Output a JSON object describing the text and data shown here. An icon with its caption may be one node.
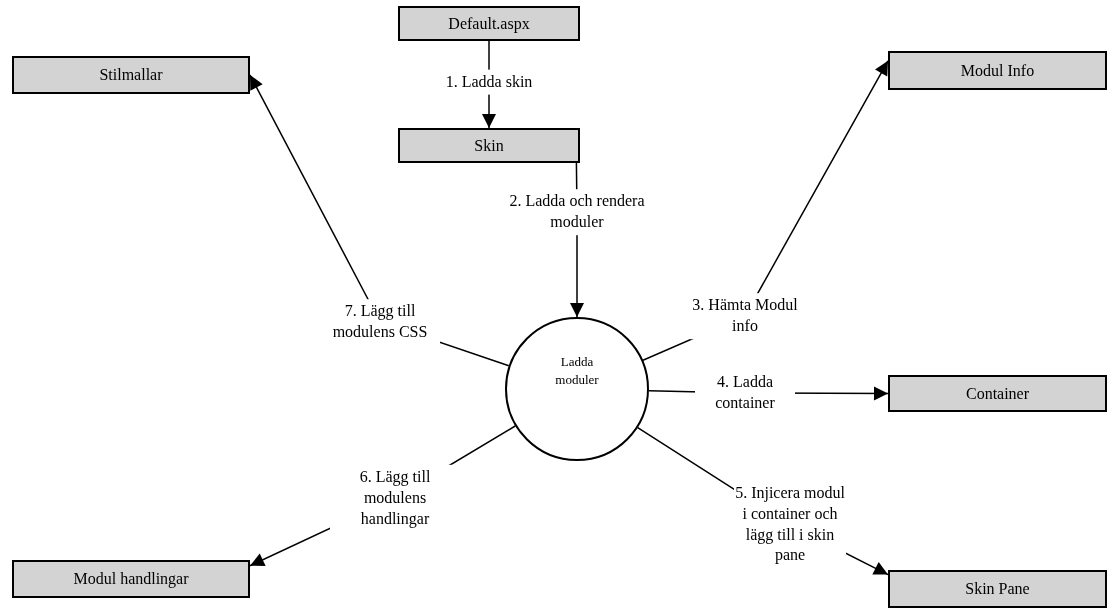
{
  "diagram": {
    "nodes": [
      {
        "text": [
          "Default.aspx"
        ]
      },
      {
        "text": [
          "Skin"
        ]
      },
      {
        "text": [
          "Stilmallar"
        ]
      },
      {
        "text": [
          "Modul Info"
        ]
      },
      {
        "text": [
          "Ladda moduler"
        ]
      },
      {
        "text": [
          "Container"
        ]
      },
      {
        "text": [
          "Modul handlingar"
        ]
      },
      {
        "text": [
          "Skin Pane"
        ]
      }
    ],
    "edges": [
      {
        "from": 0,
        "to": 1,
        "arrow": "to",
        "label": "1. Ladda skin"
      },
      {
        "from": 1,
        "to": 4,
        "arrow": "to",
        "label": "2. Ladda och rendera moduler"
      },
      {
        "from": 4,
        "to": 3,
        "arrow": "to",
        "label": "3. Hämta Modul info"
      },
      {
        "from": 4,
        "to": 5,
        "arrow": "to",
        "label": "4. Ladda container"
      },
      {
        "from": 4,
        "to": 7,
        "arrow": "to",
        "label": "5. Injicera modul i container och lägg till i skin pane"
      },
      {
        "from": 4,
        "to": 6,
        "arrow": "to",
        "label": "6. Lägg till modulens handlingar"
      },
      {
        "from": 4,
        "to": 2,
        "arrow": "to",
        "label": "7. Lägg till modulens CSS"
      }
    ]
  }
}
